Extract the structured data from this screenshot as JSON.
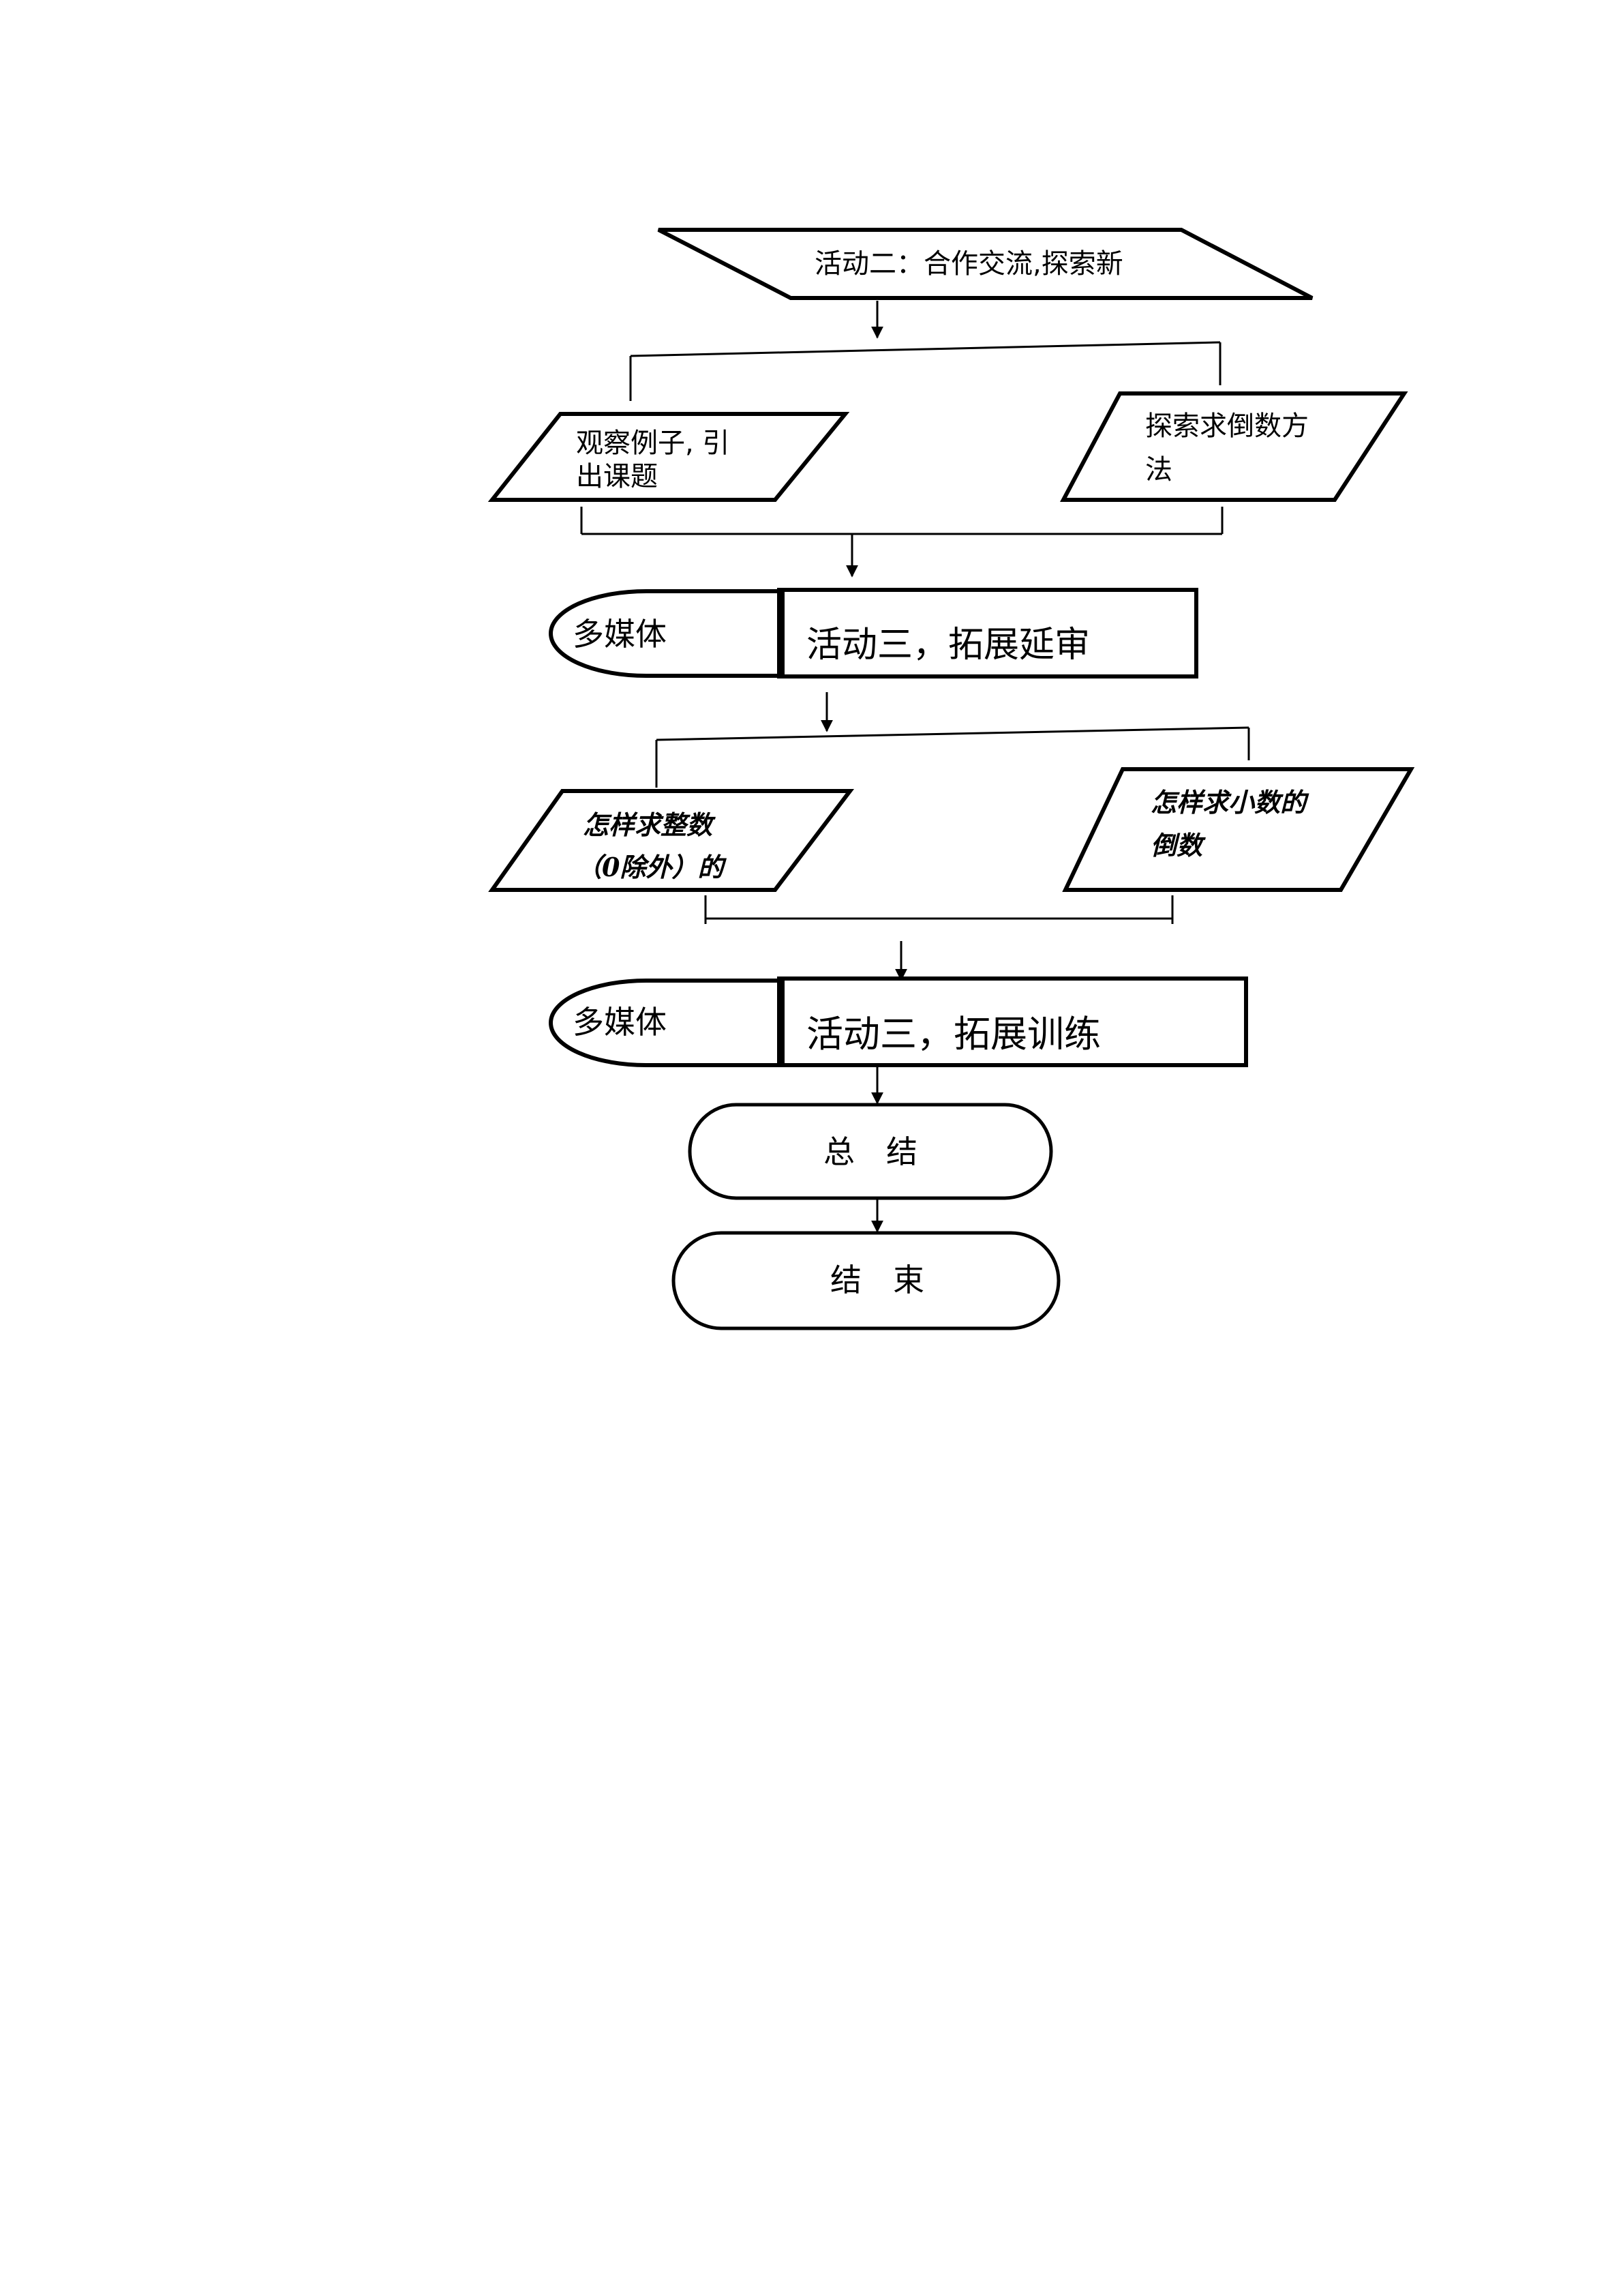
{
  "diagram": {
    "colors": {
      "stroke": "#000000",
      "fill": "#ffffff",
      "text": "#000000"
    },
    "nodes": {
      "activity2": {
        "text": "活动二：合作交流,探索新"
      },
      "observe": {
        "line1": "观察例子, 引",
        "line2": "出课题"
      },
      "explore": {
        "line1": "探索求倒数方",
        "line2": "法"
      },
      "media1": {
        "text": "多媒体"
      },
      "activity3a": {
        "text": "活动三，拓展延审"
      },
      "integer": {
        "line1": "怎样求整数",
        "line2": "（0除外）的"
      },
      "decimal": {
        "line1": "怎样求小数的",
        "line2": "倒数"
      },
      "media2": {
        "text": "多媒体"
      },
      "activity3b": {
        "text": "活动三，拓展训练"
      },
      "summary": {
        "text": "总　结"
      },
      "end": {
        "text": "结　束"
      }
    }
  }
}
